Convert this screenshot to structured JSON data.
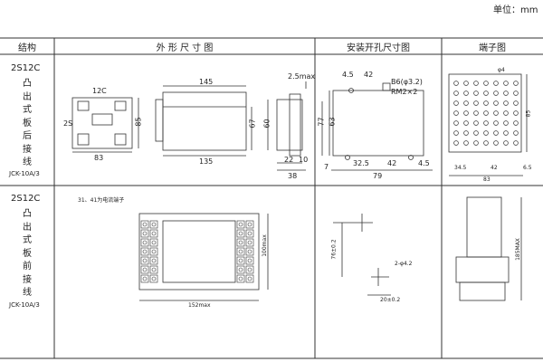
{
  "unit": "单位：mm",
  "headers": {
    "structure": "结构",
    "outline": "外 形 尺 寸 图",
    "mounting": "安装开孔尺寸图",
    "terminal": "端子图"
  },
  "rows": [
    {
      "model": "2S12C",
      "chars": [
        "凸",
        "出",
        "式",
        "板",
        "后",
        "接",
        "线"
      ],
      "code": "JCK-10A/3"
    },
    {
      "model": "2S12C",
      "chars": [
        "凸",
        "出",
        "式",
        "板",
        "前",
        "接",
        "线"
      ],
      "code": "JCK-10A/3"
    }
  ],
  "row1": {
    "front": {
      "label_12c": "12C",
      "label_2s": "2S",
      "w": "83",
      "h": "85"
    },
    "side": {
      "top": "145",
      "bottom": "135",
      "h": "67"
    },
    "end": {
      "top": "2.5max",
      "h": "60",
      "d1": "22",
      "d2": "10",
      "bottom": "38"
    },
    "mount": {
      "a": "4.5",
      "b": "42",
      "screw": "B6(φ3.2)",
      "rm": "RM2×2",
      "h1": "77",
      "h2": "63",
      "c": "7",
      "d": "32.5",
      "e": "42",
      "f": "4.5",
      "total": "79"
    },
    "term": {
      "phi": "φ4",
      "h": "85",
      "a": "34.5",
      "b": "42",
      "total": "83",
      "c": "6.5"
    }
  },
  "row2": {
    "front": {
      "note": "31、41为电流端子",
      "h": "100max",
      "w": "152max"
    },
    "mount": {
      "h": "76±0.2",
      "holes": "2-φ4.2",
      "w": "20±0.2"
    },
    "side": {
      "h": "185MAX"
    }
  }
}
